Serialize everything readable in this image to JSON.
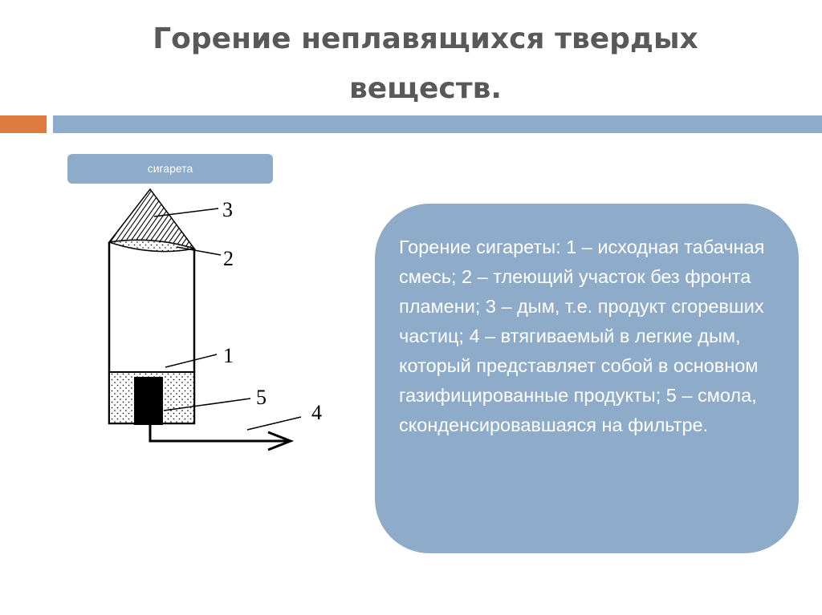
{
  "slide": {
    "title": "Горение неплавящихся твердых веществ.",
    "caption": "сигарета",
    "description": "Горение сигареты: 1 – исходная табачная смесь; 2 – тлеющий участок без фронта пламени; 3 – дым, т.е. продукт сгоревших частиц; 4 – втягиваемый в легкие дым, который представляет собой в основном газифицированные продукты; 5 – смола, сконденсировавшаяся на фильтре."
  },
  "diagram": {
    "labels": [
      "1",
      "2",
      "3",
      "4",
      "5"
    ]
  },
  "colors": {
    "accent_orange": "#e07b3f",
    "accent_blue": "#8eacc9",
    "title_gray": "#595959"
  }
}
